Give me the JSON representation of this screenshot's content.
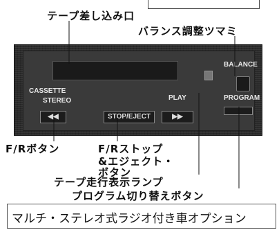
{
  "callouts": {
    "tape_slot": "テープ差し込み口",
    "balance_knob": "バランス調整ツマミ",
    "fr_button": "F/Rボタン",
    "fr_stop_eject_line1": "F/Rストップ",
    "fr_stop_eject_line2": "&エジェクト・",
    "fr_stop_eject_line3": "ボタン",
    "tape_lamp": "テープ走行表示ランプ",
    "program_button": "プログラム切り替えボタン"
  },
  "panel": {
    "balance": "BALANCE",
    "program": "PROGRAM",
    "cassette": "CASSETTE",
    "stereo": "STEREO",
    "play": "PLAY",
    "stop_eject": "STOP/EJECT",
    "rewind": "◀◀",
    "play_arrow": "▶▶"
  },
  "caption": "マルチ・ステレオ式ラジオ付き車オプション"
}
